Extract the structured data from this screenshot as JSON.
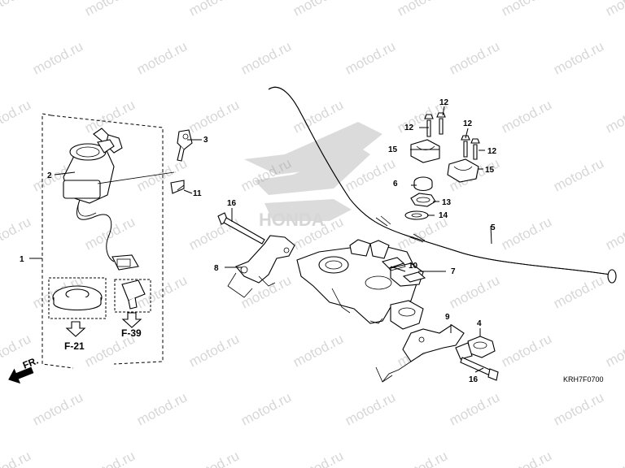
{
  "watermark": "motod.ru",
  "brand_logo": "HONDA",
  "diagram_code": "KRH7F0700",
  "direction_label": "FR.",
  "references": [
    "F-21",
    "F-39"
  ],
  "callouts": [
    "1",
    "2",
    "3",
    "4",
    "5",
    "6",
    "7",
    "8",
    "9",
    "10",
    "11",
    "12",
    "12",
    "12",
    "12",
    "13",
    "14",
    "15",
    "15",
    "16",
    "16"
  ]
}
